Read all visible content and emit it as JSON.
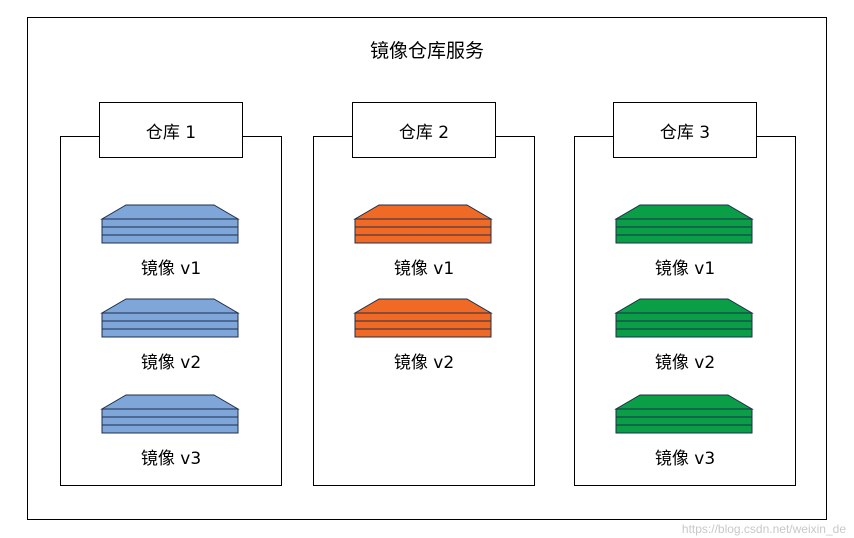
{
  "title": "镜像仓库服务",
  "watermark": "https://blog.csdn.net/weixin_de",
  "repositories": [
    {
      "name": "仓库 1",
      "color": "#7fa6d9",
      "images": [
        "镜像 v1",
        "镜像 v2",
        "镜像 v3"
      ]
    },
    {
      "name": "仓库 2",
      "color": "#f06a25",
      "images": [
        "镜像 v1",
        "镜像 v2"
      ]
    },
    {
      "name": "仓库 3",
      "color": "#0a9e46",
      "images": [
        "镜像 v1",
        "镜像 v2",
        "镜像 v3"
      ]
    }
  ]
}
